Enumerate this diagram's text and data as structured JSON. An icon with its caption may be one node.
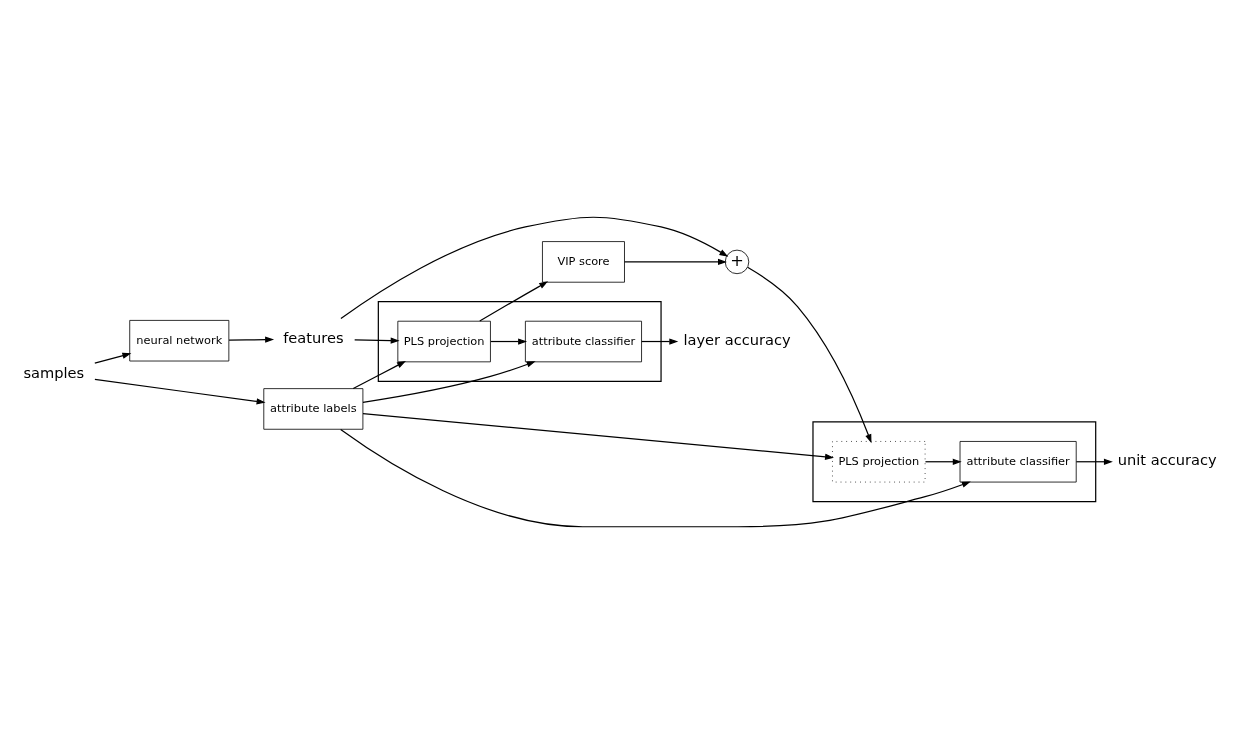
{
  "diagram": {
    "nodes": [
      {
        "text": [
          "samples"
        ]
      },
      {
        "text": [
          "neural network"
        ]
      },
      {
        "text": [
          "attribute labels"
        ]
      },
      {
        "text": [
          "features"
        ]
      },
      {
        "text": [
          "+"
        ]
      },
      {
        "text": [
          "VIP score"
        ]
      },
      {
        "text": [],
        "shape": "box"
      },
      {
        "text": [
          "PLS projection"
        ],
        "in": 6
      },
      {
        "text": [
          "attribute classifier"
        ],
        "in": 6
      },
      {
        "text": [
          "unit accuracy"
        ]
      },
      {
        "text": [],
        "shape": "box"
      },
      {
        "text": [
          "PLS projection"
        ],
        "in": 10
      },
      {
        "text": [
          "attribute classifier"
        ],
        "in": 10
      },
      {
        "text": [
          "layer accuracy"
        ]
      }
    ],
    "edges": [
      {
        "from": 0,
        "to": 1,
        "arrow": "to"
      },
      {
        "from": 0,
        "to": 2,
        "arrow": "to"
      },
      {
        "from": 1,
        "to": 3,
        "arrow": "to"
      },
      {
        "from": 3,
        "to": 4,
        "arrow": "to"
      },
      {
        "from": 3,
        "to": 11,
        "arrow": "to"
      },
      {
        "from": 11,
        "to": 12,
        "arrow": "to"
      },
      {
        "from": 11,
        "to": 5,
        "arrow": "to"
      },
      {
        "from": 5,
        "to": 4,
        "arrow": "to"
      },
      {
        "from": 4,
        "to": 7,
        "arrow": "to"
      },
      {
        "from": 7,
        "to": 8,
        "arrow": "to"
      },
      {
        "from": 8,
        "to": 9,
        "arrow": "to"
      },
      {
        "from": 12,
        "to": 13,
        "arrow": "to"
      },
      {
        "from": 2,
        "to": 11,
        "arrow": "to"
      },
      {
        "from": 2,
        "to": 12,
        "arrow": "to"
      },
      {
        "from": 2,
        "to": 7,
        "arrow": "to"
      },
      {
        "from": 2,
        "to": 8,
        "arrow": "to"
      }
    ]
  }
}
